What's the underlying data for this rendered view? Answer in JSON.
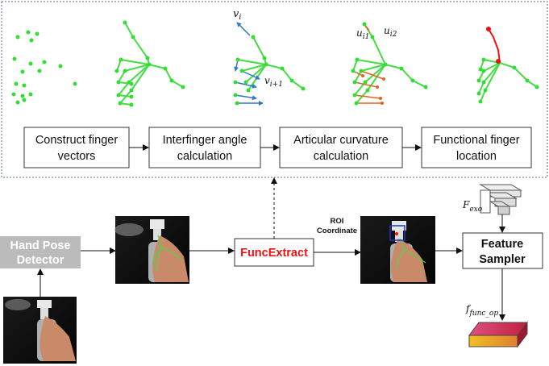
{
  "steps": [
    {
      "line1": "Construct finger",
      "line2": "vectors"
    },
    {
      "line1": "Interfinger angle",
      "line2": "calculation"
    },
    {
      "line1": "Articular curvature",
      "line2": "calculation"
    },
    {
      "line1": "Functional finger",
      "line2": "location"
    }
  ],
  "vector_labels": {
    "v_i": "v",
    "v_i_sub": "i",
    "v_next": "v",
    "v_next_sub": "i+1",
    "u_i1": "u",
    "u_i1_sub": "i1",
    "u_i2": "u",
    "u_i2_sub": "i2"
  },
  "hand_pose_detector": {
    "line1": "Hand Pose",
    "line2": "Detector"
  },
  "func_extract": "FuncExtract",
  "roi": {
    "line1": "ROI",
    "line2": "Coordinate"
  },
  "feature_sampler": {
    "line1": "Feature",
    "line2": "Sampler"
  },
  "f_exo": {
    "f": "F",
    "sub": "exo"
  },
  "f_func_op": {
    "f": "f",
    "sub": "func_op"
  },
  "colors": {
    "keypoint": "#33dd33",
    "bone": "#44dd44",
    "vector_arrow": "#3377cc",
    "func_extract_text": "#ee1111",
    "detector_bg": "#bbbbbb",
    "frame": "#5566aa",
    "highlight": "#ee1111",
    "roi_box": "#2233cc"
  }
}
